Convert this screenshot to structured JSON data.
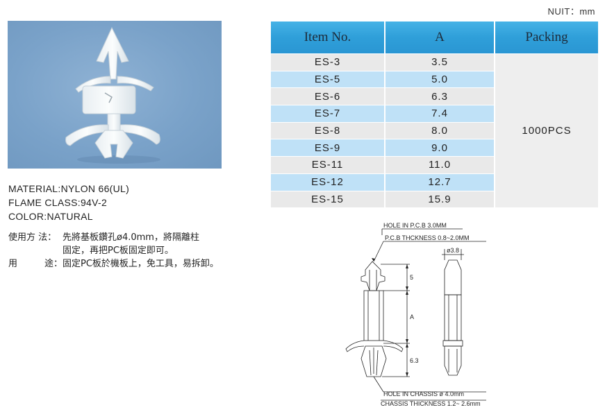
{
  "unit_label": "NUIT：mm",
  "specs": {
    "material": "MATERIAL:NYLON 66(UL)",
    "flame": "FLAME CLASS:94V-2",
    "color": "COLOR:NATURAL"
  },
  "usage": {
    "method_label": "使用方 法：",
    "method_text_1": "先將基板鑽孔ø4.0mm，將隔離柱",
    "method_text_2": "固定，再把PC板固定即可。",
    "purpose_label_a": "用",
    "purpose_label_b": "途：",
    "purpose_text": "固定PC板於機板上，免工具，易拆卸。"
  },
  "table": {
    "headers": [
      "Item No.",
      "A",
      "Packing"
    ],
    "rows": [
      {
        "item": "ES-3",
        "a": "3.5"
      },
      {
        "item": "ES-5",
        "a": "5.0"
      },
      {
        "item": "ES-6",
        "a": "6.3"
      },
      {
        "item": "ES-7",
        "a": "7.4"
      },
      {
        "item": "ES-8",
        "a": "8.0"
      },
      {
        "item": "ES-9",
        "a": "9.0"
      },
      {
        "item": "ES-11",
        "a": "11.0"
      },
      {
        "item": "ES-12",
        "a": "12.7"
      },
      {
        "item": "ES-15",
        "a": "15.9"
      }
    ],
    "packing": "1000PCS"
  },
  "drawing": {
    "hole_pcb": "HOLE IN P.C.B  3.0MM",
    "pcb_thickness": "P.C.B THCKNESS 0.8~2.0MM",
    "diameter": "ø3.8",
    "dim_top": "5",
    "dim_a": "A",
    "dim_bottom": "6.3",
    "hole_chassis": "HOLE IN CHASSIS ø 4.0mm",
    "chassis_thickness": "CHASSIS THICKNESS 1.2~ 2.6mm"
  }
}
